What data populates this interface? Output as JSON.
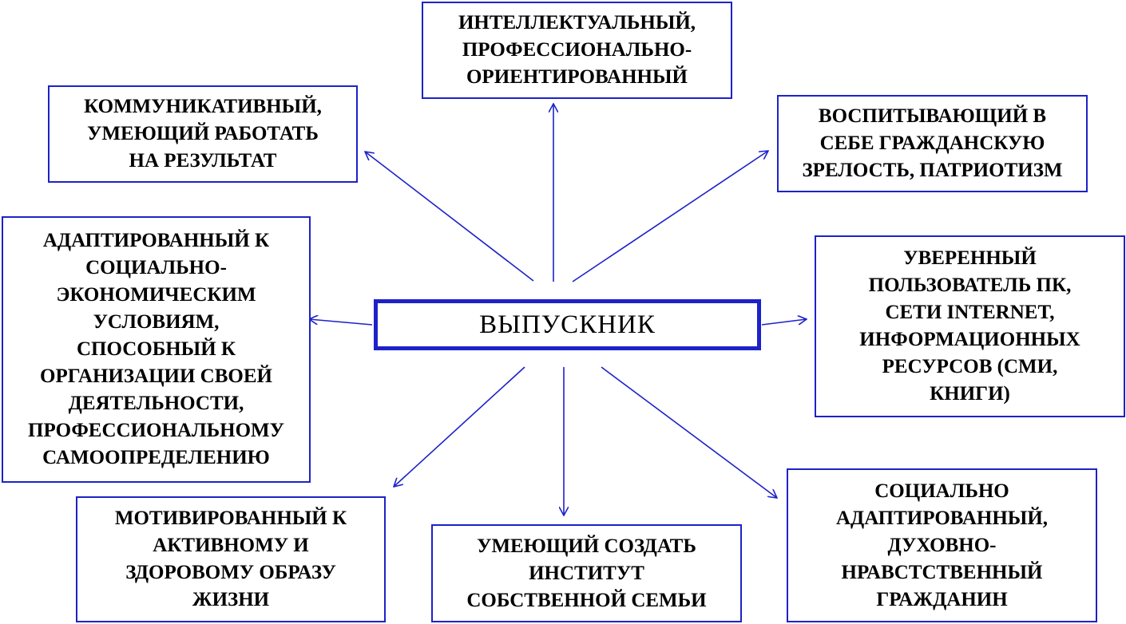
{
  "diagram": {
    "center": "ВЫПУСКНИК",
    "nodes": [
      {
        "id": "intellectual",
        "text": "ИНТЕЛЛЕКТУАЛЬНЫЙ,\nПРОФЕССИОНАЛЬНО-\nОРИЕНТИРОВАННЫЙ"
      },
      {
        "id": "communicative",
        "text": "КОММУНИКАТИВНЫЙ,\nУМЕЮЩИЙ РАБОТАТЬ\nНА РЕЗУЛЬТАТ"
      },
      {
        "id": "patriot",
        "text": "ВОСПИТЫВАЮЩИЙ В\nСЕБЕ ГРАЖДАНСКУЮ\nЗРЕЛОСТЬ, ПАТРИОТИЗМ"
      },
      {
        "id": "adapted",
        "text": "АДАПТИРОВАННЫЙ К\nСОЦИАЛЬНО-\nЭКОНОМИЧЕСКИМ\nУСЛОВИЯМ,\nСПОСОБНЫЙ К\nОРГАНИЗАЦИИ СВОЕЙ\nДЕЯТЕЛЬНОСТИ,\nПРОФЕССИОНАЛЬНОМУ\nСАМООПРЕДЕЛЕНИЮ"
      },
      {
        "id": "pc_user",
        "text": "УВЕРЕННЫЙ\nПОЛЬЗОВАТЕЛЬ ПК,\nСЕТИ INTERNET,\nИНФОРМАЦИОННЫХ\nРЕСУРСОВ (СМИ,\nКНИГИ)"
      },
      {
        "id": "motivated",
        "text": "МОТИВИРОВАННЫЙ К\nАКТИВНОМУ И\nЗДОРОВОМУ ОБРАЗУ\nЖИЗНИ"
      },
      {
        "id": "family",
        "text": "УМЕЮЩИЙ СОЗДАТЬ\nИНСТИТУТ\nСОБСТВЕННОЙ СЕМЬИ"
      },
      {
        "id": "social",
        "text": "СОЦИАЛЬНО\nАДАПТИРОВАННЫЙ,\nДУХОВНО-\nНРАВСТСТВЕННЫЙ\nГРАЖДАНИН"
      }
    ],
    "edges": [
      {
        "from": "center",
        "to": "intellectual"
      },
      {
        "from": "center",
        "to": "communicative"
      },
      {
        "from": "center",
        "to": "patriot"
      },
      {
        "from": "center",
        "to": "adapted"
      },
      {
        "from": "center",
        "to": "pc_user"
      },
      {
        "from": "center",
        "to": "motivated"
      },
      {
        "from": "center",
        "to": "family"
      },
      {
        "from": "center",
        "to": "social"
      }
    ]
  },
  "colors": {
    "accent": "#1d22c8",
    "text": "#000000",
    "background": "#ffffff"
  }
}
